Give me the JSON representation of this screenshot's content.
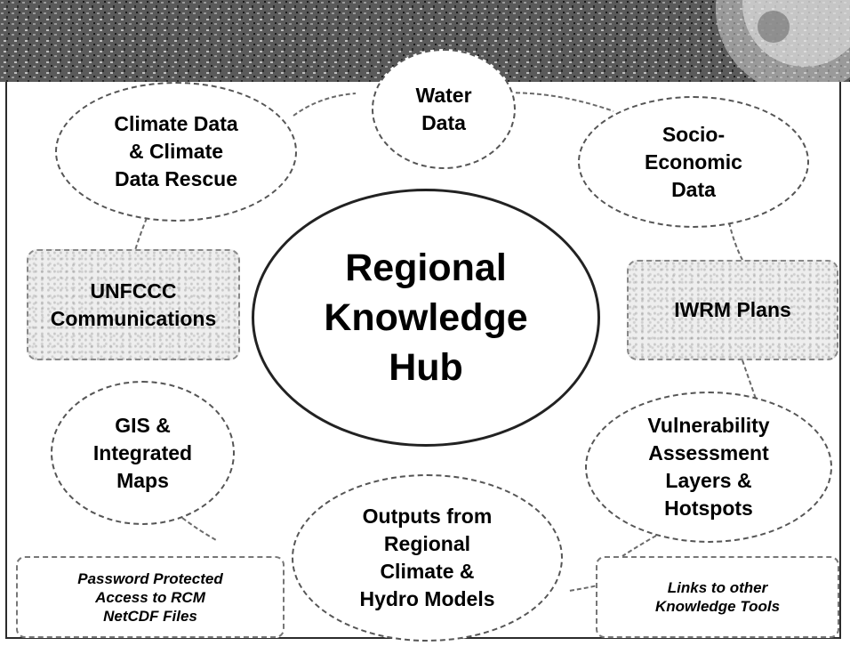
{
  "diagram": {
    "center": {
      "lines": [
        "Regional",
        "Knowledge",
        "Hub"
      ]
    },
    "nodes": {
      "water": [
        "Water",
        "Data"
      ],
      "climate": [
        "Climate Data",
        "& Climate",
        "Data Rescue"
      ],
      "socio": [
        "Socio-",
        "Economic",
        "Data"
      ],
      "unfccc": [
        "UNFCCC",
        "Communications"
      ],
      "iwrm": [
        "IWRM Plans"
      ],
      "gis": [
        "GIS &",
        "Integrated",
        "Maps"
      ],
      "vulnerability": [
        "Vulnerability",
        "Assessment",
        "Layers &",
        "Hotspots"
      ],
      "outputs": [
        "Outputs from",
        "Regional",
        "Climate &",
        "Hydro Models"
      ],
      "password": [
        "Password Protected",
        "Access to RCM",
        "NetCDF Files"
      ],
      "links": [
        "Links to other",
        "Knowledge Tools"
      ]
    }
  },
  "colors": {
    "outline": "#555555",
    "banner": "#4a4a4a",
    "grain_fill": "#eeeeee"
  }
}
